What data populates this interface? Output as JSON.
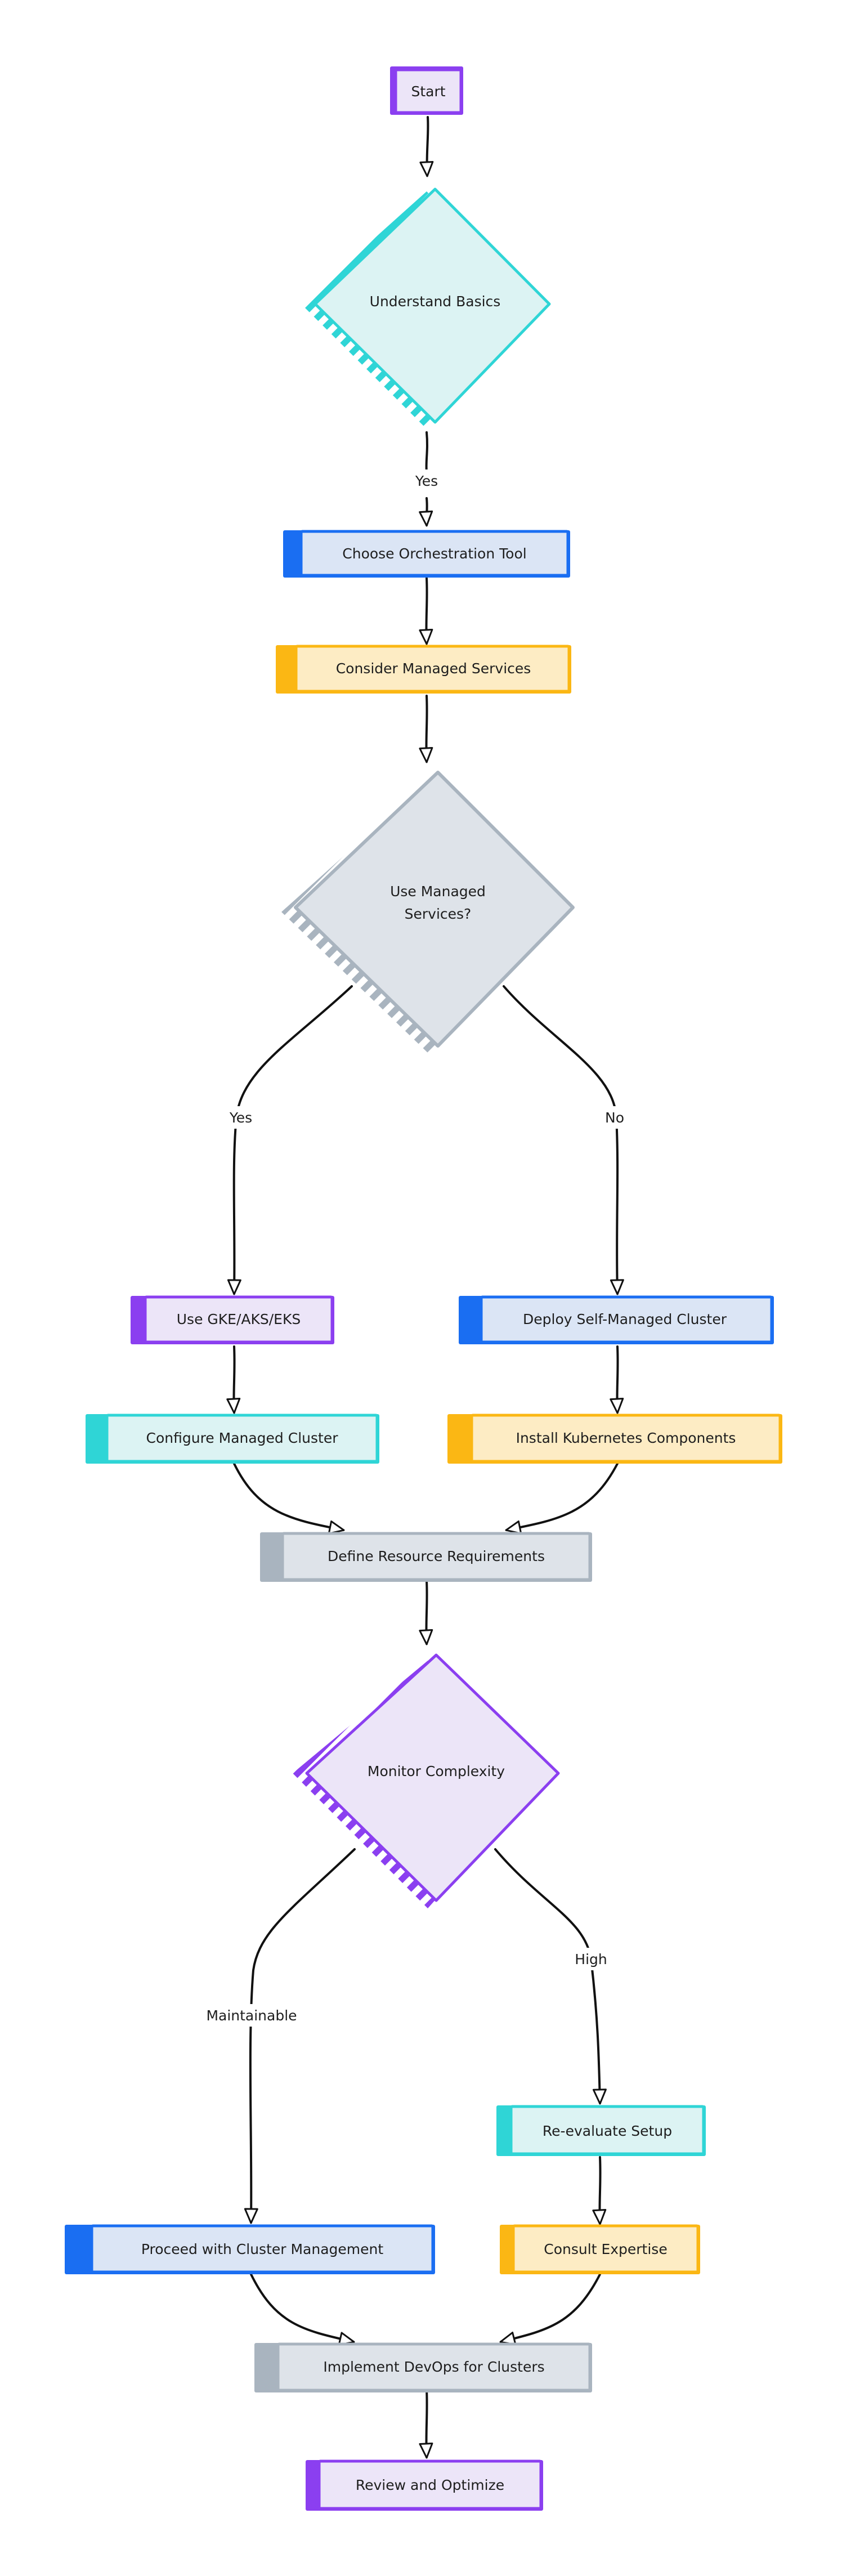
{
  "colors": {
    "purple": "#8b3ff0",
    "purple_fill": "#ece5f8",
    "teal": "#2fd5d6",
    "teal_fill": "#dcf3f3",
    "blue": "#1a6ef2",
    "blue_fill": "#dbe5f5",
    "yellow": "#fbb714",
    "yellow_fill": "#fdecc4",
    "gray": "#a9b4bf",
    "gray_fill": "#dee3e9",
    "edge": "#111111"
  },
  "nodes": {
    "start": {
      "label": "Start"
    },
    "understand_basics": {
      "label": "Understand Basics"
    },
    "choose_tool": {
      "label": "Choose Orchestration Tool"
    },
    "consider_managed": {
      "label": "Consider Managed Services"
    },
    "use_managed": {
      "label_lines": [
        "Use Managed",
        "Services?"
      ]
    },
    "use_gke": {
      "label": "Use GKE/AKS/EKS"
    },
    "deploy_self": {
      "label": "Deploy Self-Managed Cluster"
    },
    "configure_managed": {
      "label": "Configure Managed Cluster"
    },
    "install_k8s": {
      "label": "Install Kubernetes Components"
    },
    "define_resources": {
      "label": "Define Resource Requirements"
    },
    "monitor_complexity": {
      "label": "Monitor Complexity"
    },
    "reevaluate": {
      "label": "Re-evaluate Setup"
    },
    "consult": {
      "label": "Consult Expertise"
    },
    "proceed": {
      "label": "Proceed with Cluster Management"
    },
    "implement_devops": {
      "label": "Implement DevOps for Clusters"
    },
    "review": {
      "label": "Review and Optimize"
    }
  },
  "edge_labels": {
    "basics_yes": "Yes",
    "managed_yes": "Yes",
    "managed_no": "No",
    "complexity_maintainable": "Maintainable",
    "complexity_high": "High"
  }
}
